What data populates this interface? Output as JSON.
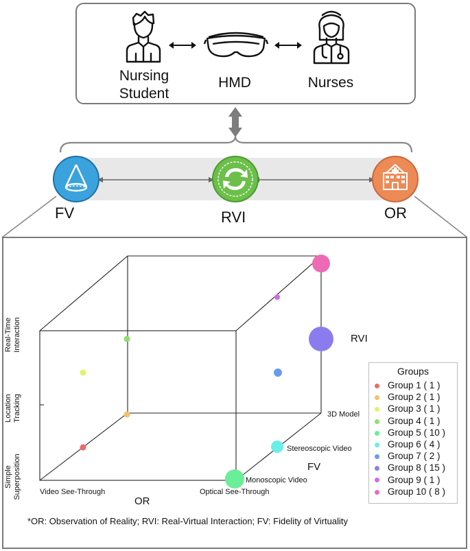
{
  "header": {
    "roles": [
      {
        "label_line1": "Nursing",
        "label_line2": "Student",
        "icon": "student-icon"
      },
      {
        "label_line1": "HMD",
        "icon": "hmd-headset-icon"
      },
      {
        "label_line1": "Nurses",
        "icon": "nurse-icon"
      }
    ]
  },
  "nodes": [
    {
      "label": "FV",
      "icon": "cone-icon",
      "color": "#3aa3dd"
    },
    {
      "label": "RVI",
      "icon": "refresh-icon",
      "color": "#6cc04a"
    },
    {
      "label": "OR",
      "icon": "hospital-icon",
      "color": "#ee8a55"
    }
  ],
  "cube": {
    "vertical_ticks": [
      "Real-Time\nInteraction",
      "Location\nTracking",
      "Simple\nSuperposition"
    ],
    "horizontal_ticks": [
      "Video See-Through",
      "Optical See-Through"
    ],
    "depth_ticks": [
      "Monoscopic Video",
      "Stereoscopic Video",
      "3D Model"
    ],
    "axis_names": {
      "or": "OR",
      "fv": "FV",
      "rvi": "RVI"
    }
  },
  "legend": {
    "title": "Groups",
    "items": [
      {
        "label": "Group 1 ( 1 )",
        "color": "#ee6a6a",
        "count": 1
      },
      {
        "label": "Group 2 ( 1 )",
        "color": "#f7c06a",
        "count": 1
      },
      {
        "label": "Group 3 ( 1 )",
        "color": "#e4f26a",
        "count": 1
      },
      {
        "label": "Group 4 ( 1 )",
        "color": "#8ee06a",
        "count": 1
      },
      {
        "label": "Group 5 ( 10 )",
        "color": "#6aee9a",
        "count": 10
      },
      {
        "label": "Group 6 ( 4 )",
        "color": "#6aeee8",
        "count": 4
      },
      {
        "label": "Group 7 ( 2 )",
        "color": "#6a9cee",
        "count": 2
      },
      {
        "label": "Group 8 ( 15 )",
        "color": "#8a7cee",
        "count": 15
      },
      {
        "label": "Group 9 ( 1 )",
        "color": "#d46aee",
        "count": 1
      },
      {
        "label": "Group 10 ( 8 )",
        "color": "#ee6ab4",
        "count": 8
      }
    ]
  },
  "footnote": "*OR: Observation of Reality; RVI: Real-Virtual Interaction; FV: Fidelity of Virtuality"
}
